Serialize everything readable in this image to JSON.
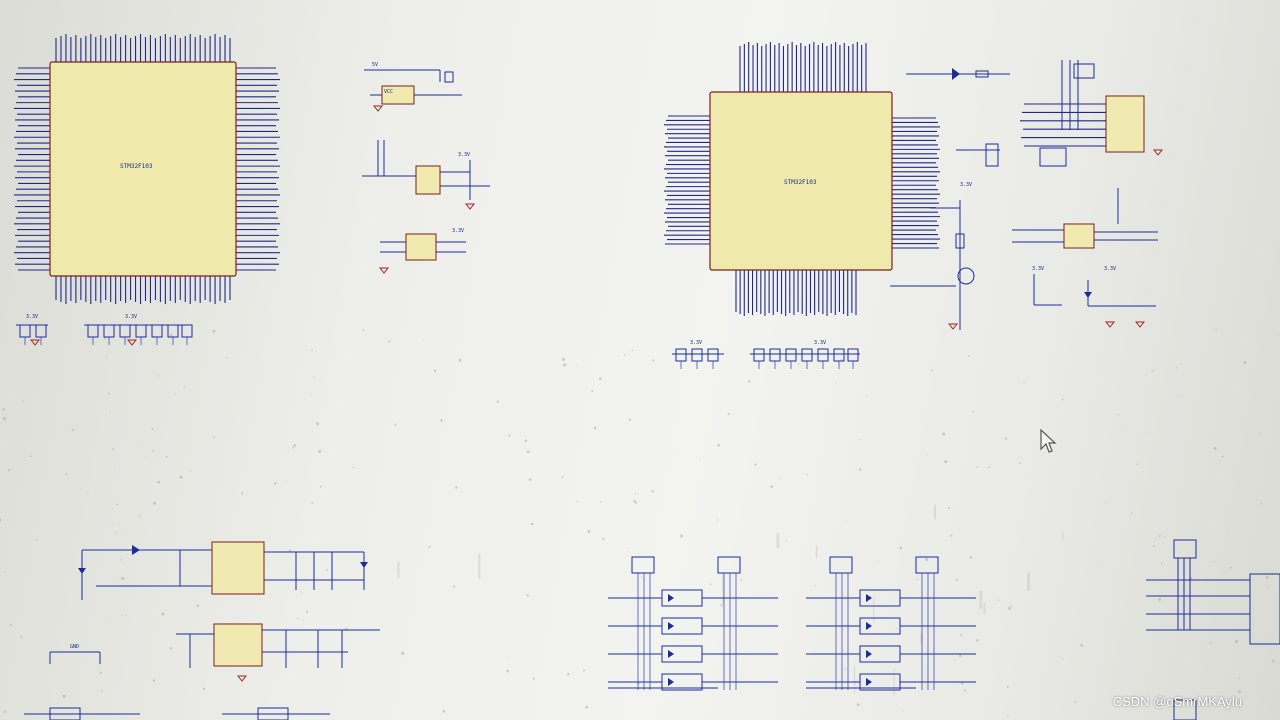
{
  "watermark": "CSDN @oSmrMKAylu",
  "chips": {
    "u1_name": "STM32F103",
    "u2_name": "STM32F103"
  },
  "net_labels": {
    "v33": "3.3V",
    "v5": "5V",
    "gnd": "GND",
    "vcc": "VCC"
  },
  "colors": {
    "wire": "#1c2c9c",
    "chip_fill": "#efe9ac",
    "chip_border": "#7a2020",
    "gnd_symbol": "#a02020",
    "background": "#eeeeea"
  },
  "icons": {
    "cursor": "mouse-pointer-icon"
  }
}
